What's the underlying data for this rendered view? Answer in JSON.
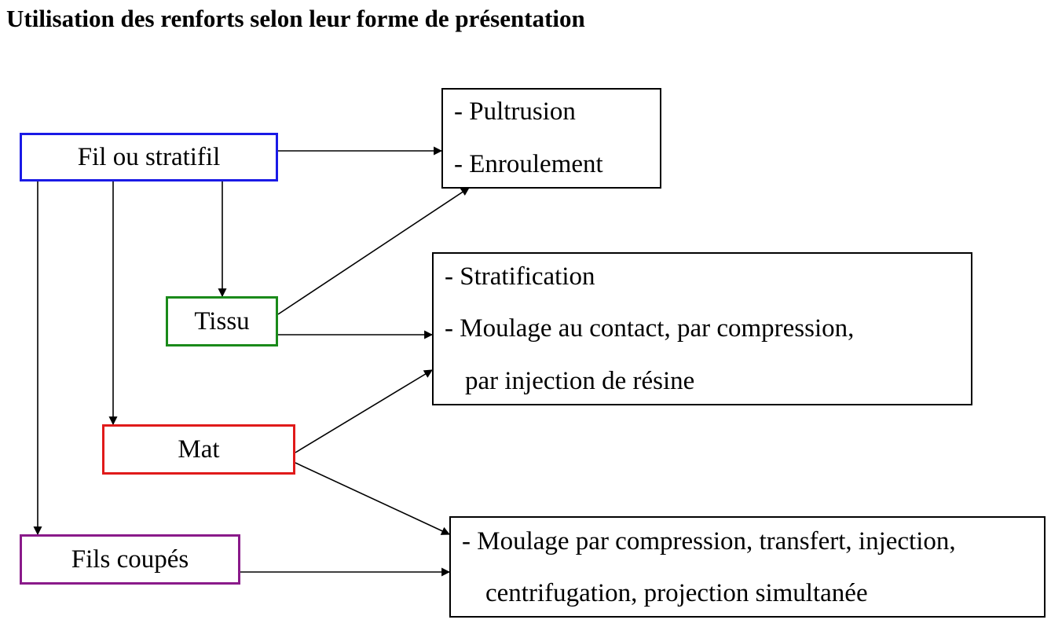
{
  "title": "Utilisation des renforts selon leur forme de présentation",
  "sources": {
    "fil": {
      "label": "Fil ou stratifil",
      "color": "#1a1ae6"
    },
    "tissu": {
      "label": "Tissu",
      "color": "#1a8a1a"
    },
    "mat": {
      "label": "Mat",
      "color": "#e01a1a"
    },
    "fils_coupes": {
      "label": "Fils coupés",
      "color": "#8a1a8a"
    }
  },
  "processes": {
    "p1": {
      "lines": [
        "- Pultrusion",
        "- Enroulement"
      ]
    },
    "p2": {
      "lines": [
        "- Stratification",
        "- Moulage au contact, par compression,",
        "par injection de résine"
      ]
    },
    "p3": {
      "lines": [
        "- Moulage par compression, transfert, injection,",
        "centrifugation, projection simultanée"
      ]
    }
  }
}
